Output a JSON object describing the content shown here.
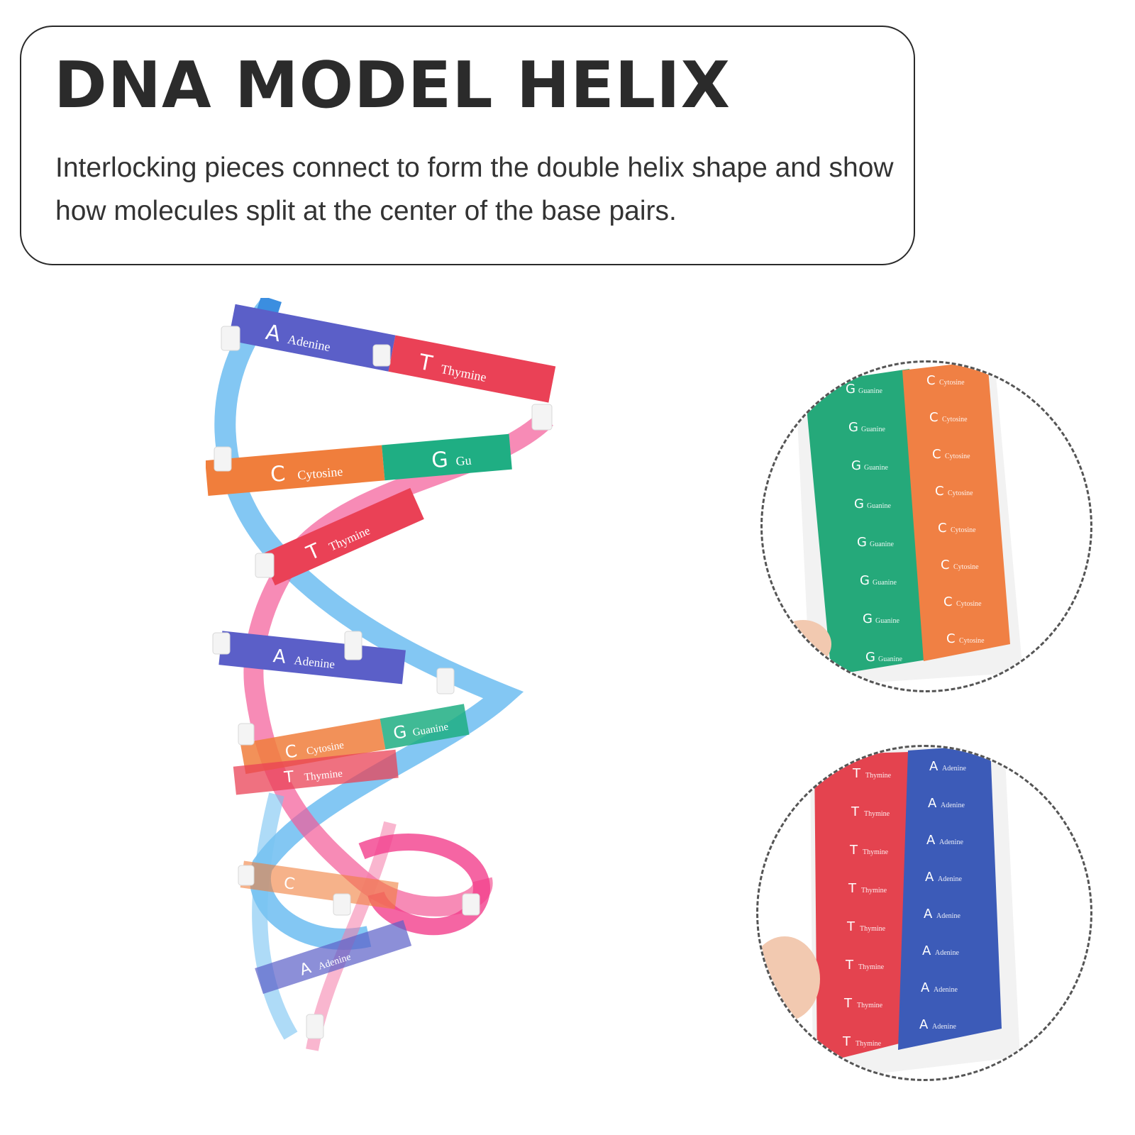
{
  "header": {
    "title": "DNA MODEL HELIX",
    "description": "Interlocking pieces connect to form the double helix shape and show how molecules split at the center of the base pairs."
  },
  "model": {
    "labels": {
      "a1": "A",
      "a1_name": "Adenine",
      "t1": "T",
      "t1_name": "Thymine",
      "c1": "C",
      "c1_name": "Cytosine",
      "g1": "G",
      "g1_name": "Gu",
      "t2": "T",
      "t2_name": "Thymine",
      "a2": "A",
      "a2_name": "Adenine",
      "c2": "C",
      "c2_name": "Cytosine",
      "g2": "G",
      "g2_name": "Guanine",
      "t3": "T",
      "t3_name": "Thymine",
      "c3": "C",
      "a3": "A",
      "a3_name": "Adenine"
    }
  },
  "detail_top": {
    "left_letter": "G",
    "left_name": "Guanine",
    "right_letter": "C",
    "right_name": "Cytosine",
    "rows": 8
  },
  "detail_bottom": {
    "left_letter": "T",
    "left_name": "Thymine",
    "right_letter": "A",
    "right_name": "Adenine",
    "rows": 8
  },
  "colors": {
    "adenine": "#5b5fc8",
    "thymine": "#ea4156",
    "cytosine": "#f07e3c",
    "guanine": "#1fae83",
    "backbone_blue": "#3f9fe6",
    "backbone_pink": "#f04d8e",
    "card_red": "#e4434f",
    "card_blue": "#3c5bb8",
    "card_green": "#25a97a",
    "card_orange": "#f08044"
  }
}
